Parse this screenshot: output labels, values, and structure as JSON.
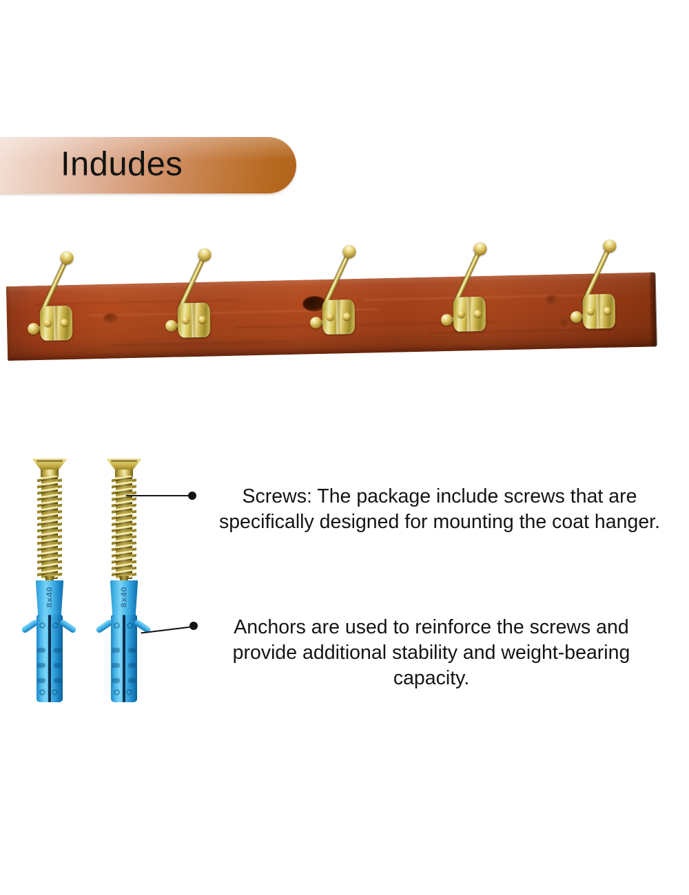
{
  "banner": {
    "title": "Indudes",
    "gradient_from": "#f7e6dd",
    "gradient_to": "#b0621a"
  },
  "product_image": {
    "name": "wall-mounted-wooden-coat-rack",
    "board_color": "#a8451c",
    "hook_color": "#d6c259",
    "hook_count": 5
  },
  "hardware": {
    "screws": {
      "count": 2,
      "color": "#d9c566",
      "type": "countersunk-wood-screw"
    },
    "anchors": {
      "count": 2,
      "color": "#3fb0e6",
      "size_label": "8x40",
      "type": "plastic-expansion-wall-anchor"
    }
  },
  "callouts": [
    {
      "id": "screws",
      "text": "Screws: The package include screws that are specifically designed for mounting the coat hanger."
    },
    {
      "id": "anchors",
      "text": "Anchors are used to reinforce the screws and provide additional stability and weight-bearing capacity."
    }
  ]
}
